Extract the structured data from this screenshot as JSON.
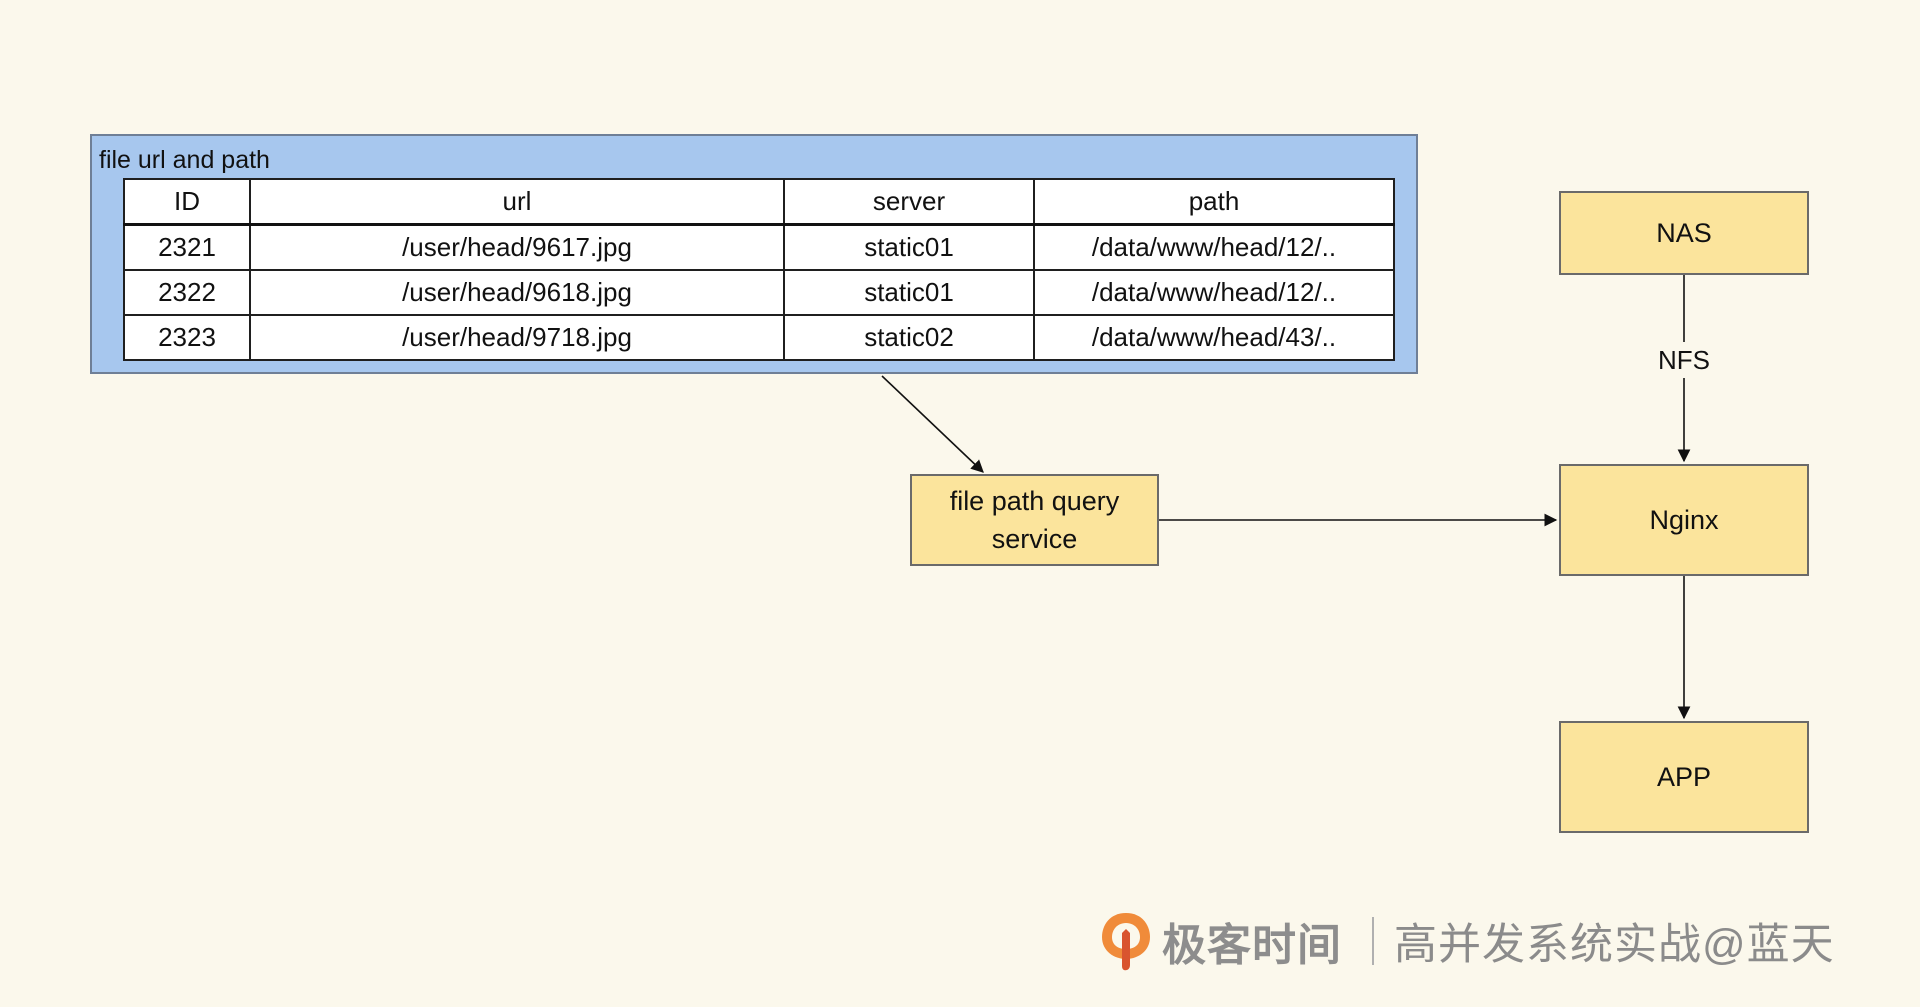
{
  "file_table": {
    "title": "file url and path",
    "columns": [
      "ID",
      "url",
      "server",
      "path"
    ],
    "rows": [
      [
        "2321",
        "/user/head/9617.jpg",
        "static01",
        "/data/www/head/12/.."
      ],
      [
        "2322",
        "/user/head/9618.jpg",
        "static01",
        "/data/www/head/12/.."
      ],
      [
        "2323",
        "/user/head/9718.jpg",
        "static02",
        "/data/www/head/43/.."
      ]
    ]
  },
  "nodes": {
    "query_service": "file path query\nservice",
    "nas": "NAS",
    "nginx": "Nginx",
    "app": "APP"
  },
  "edges": {
    "nas_nginx_label": "NFS"
  },
  "watermark": {
    "brand": "极客时间",
    "caption": "高并发系统实战@蓝天"
  },
  "colors": {
    "background": "#fbf8ec",
    "panel": "#a7c7ee",
    "node": "#fbe49c",
    "watermark": "#8a8a8a",
    "logo_accent": "#f08b3a"
  }
}
